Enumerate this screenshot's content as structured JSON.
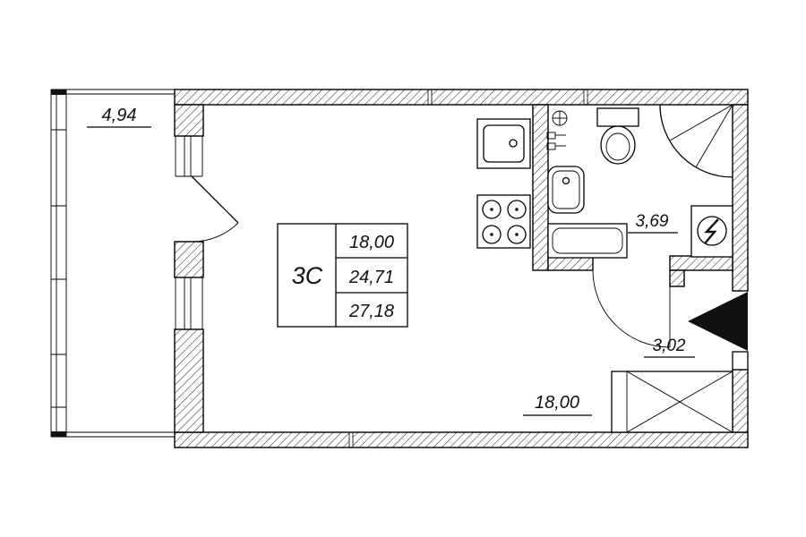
{
  "title": "apartment-floor-plan",
  "labels": {
    "balcony_area": "4,94",
    "bathroom_area": "3,69",
    "hallway_area": "3,02",
    "room_area": "18,00"
  },
  "area_table": {
    "type_label": "3С",
    "rows": [
      "18,00",
      "24,71",
      "27,18"
    ]
  },
  "fixtures": [
    "kitchen-sink",
    "stove",
    "water-risers",
    "wash-basin",
    "toilet",
    "shower-cabin",
    "bathtub",
    "electric-panel",
    "wardrobe",
    "entrance-door-arrow"
  ],
  "colors": {
    "line": "#000000",
    "background": "#ffffff",
    "entrance_arrow": "#111111"
  }
}
